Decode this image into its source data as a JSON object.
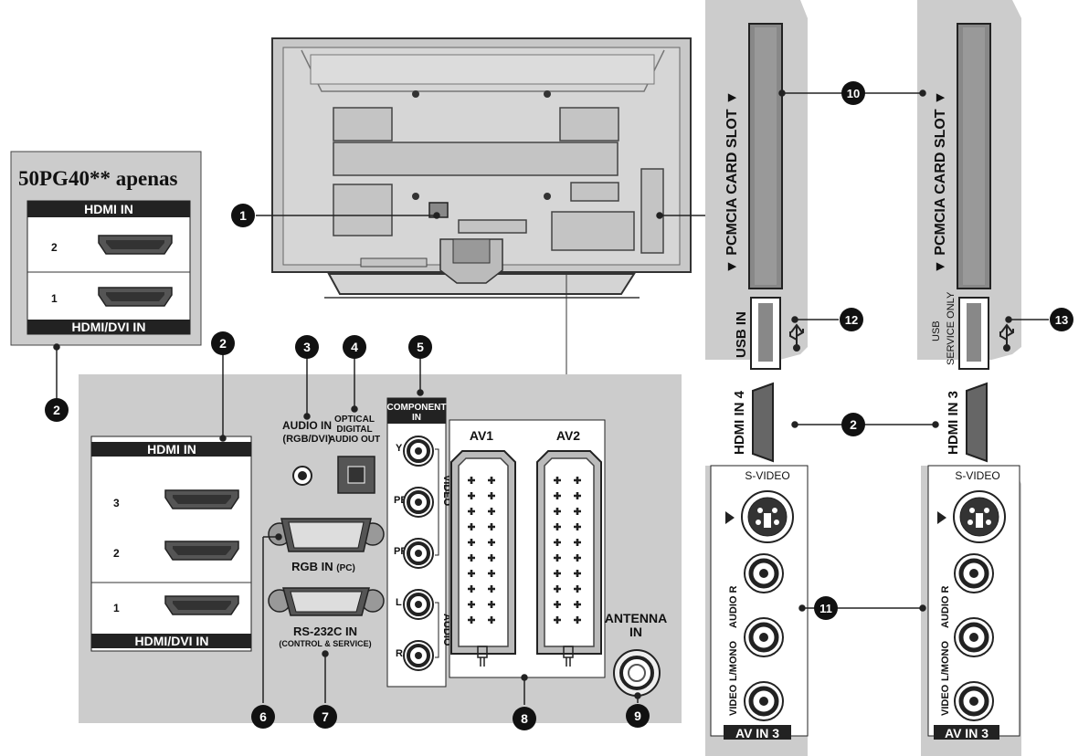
{
  "inset": {
    "title": "50PG40** apenas",
    "top_header": "HDMI IN",
    "port2": "2",
    "port1": "1",
    "bottom_header": "HDMI/DVI IN"
  },
  "panel": {
    "hdmi_header": "HDMI IN",
    "hdmi3": "3",
    "hdmi2": "2",
    "hdmi1": "1",
    "hdmi_dvi_header": "HDMI/DVI IN",
    "audio_in": "AUDIO IN",
    "audio_in_sub": "(RGB/DVI)",
    "optical1": "OPTICAL",
    "optical2": "DIGITAL",
    "optical3": "AUDIO OUT",
    "component": "COMPONENT",
    "component_in": "IN",
    "y": "Y",
    "pb": "PB",
    "pr": "PR",
    "l": "L",
    "r": "R",
    "video": "VIDEO",
    "audio": "AUDIO",
    "rgb_in": "RGB IN",
    "rgb_pc": "(PC)",
    "rs232": "RS-232C IN",
    "rs232_sub": "(CONTROL & SERVICE)",
    "av1": "AV1",
    "av2": "AV2",
    "antenna": "ANTENNA",
    "antenna_in": "IN"
  },
  "side_left": {
    "pcmcia": "▼ PCMCIA CARD SLOT ▼",
    "usb": "USB IN",
    "hdmi": "HDMI IN 4",
    "svideo": "S-VIDEO",
    "audio_r": "AUDIO R",
    "lmono": "L/MONO",
    "video": "VIDEO",
    "av": "AV IN 3"
  },
  "side_right": {
    "pcmcia": "▼ PCMCIA CARD SLOT ▼",
    "usb1": "USB",
    "usb2": "SERVICE ONLY",
    "hdmi": "HDMI IN 3",
    "svideo": "S-VIDEO",
    "audio_r": "AUDIO R",
    "lmono": "L/MONO",
    "video": "VIDEO",
    "av": "AV IN 3"
  },
  "callouts": {
    "n1": "1",
    "n2": "2",
    "n3": "3",
    "n4": "4",
    "n5": "5",
    "n6": "6",
    "n7": "7",
    "n8": "8",
    "n9": "9",
    "n10": "10",
    "n11": "11",
    "n12": "12",
    "n13": "13"
  }
}
